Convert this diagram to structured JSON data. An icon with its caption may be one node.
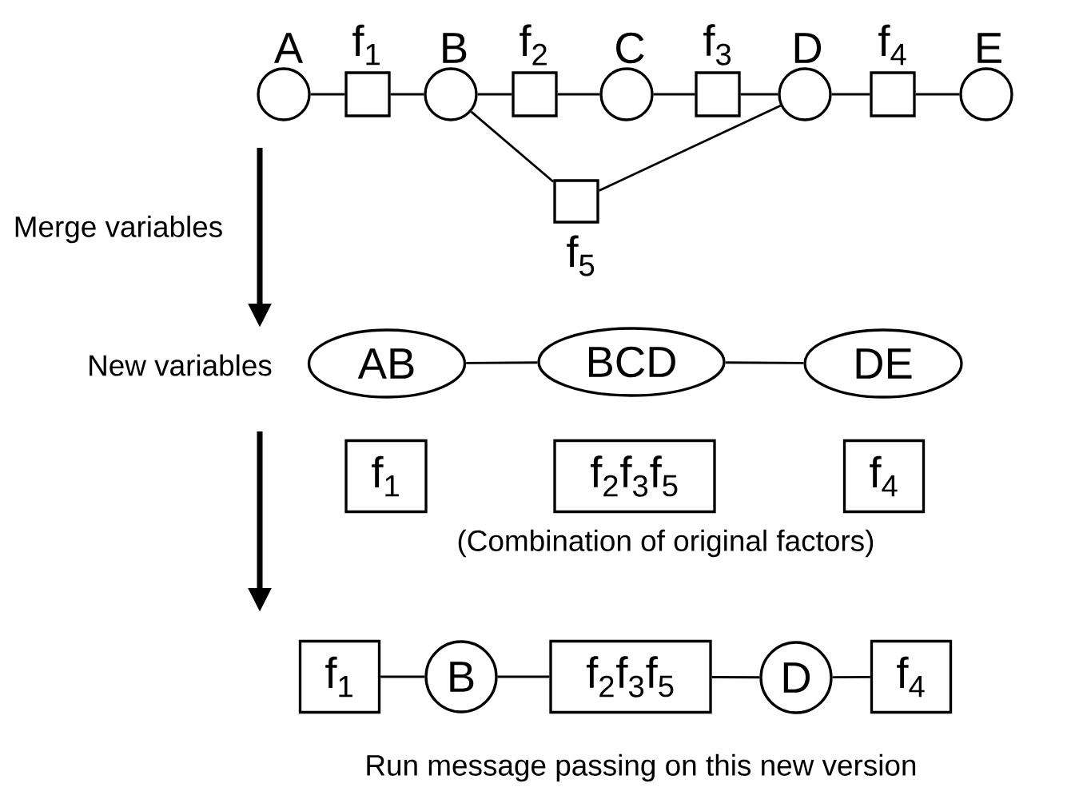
{
  "diagram": {
    "nodes": [
      {
        "text": [
          "A"
        ]
      },
      {
        "text": [
          "f$_{1}$"
        ]
      },
      {
        "text": [
          "B"
        ]
      },
      {
        "text": [
          "f$_{2}$"
        ]
      },
      {
        "text": [
          "C"
        ]
      },
      {
        "text": [
          "f$_{3}$"
        ]
      },
      {
        "text": [
          "D"
        ]
      },
      {
        "text": [
          "f$_{4}$"
        ]
      },
      {
        "text": [
          "E"
        ]
      },
      {
        "text": [
          "f$_{5}$"
        ]
      },
      {
        "text": [
          "AB"
        ]
      },
      {
        "text": [
          "BCD"
        ]
      },
      {
        "text": [
          "DE"
        ]
      },
      {
        "text": [
          "f$_{1}$"
        ]
      },
      {
        "text": [
          "f$_{2}$f$_{3}$f$_{5}$"
        ]
      },
      {
        "text": [
          "f$_{4}$"
        ]
      },
      {
        "text": [
          "f$_{1}$"
        ]
      },
      {
        "text": [
          "B"
        ]
      },
      {
        "text": [
          "f$_{2}$f$_{3}$f$_{5}$"
        ]
      },
      {
        "text": [
          "D"
        ]
      },
      {
        "text": [
          "f$_{4}$"
        ]
      }
    ],
    "edges": [
      {
        "from": 0,
        "to": 1,
        "arrow": "none"
      },
      {
        "from": 1,
        "to": 2,
        "arrow": "none"
      },
      {
        "from": 2,
        "to": 3,
        "arrow": "none"
      },
      {
        "from": 3,
        "to": 4,
        "arrow": "none"
      },
      {
        "from": 4,
        "to": 5,
        "arrow": "none"
      },
      {
        "from": 5,
        "to": 6,
        "arrow": "none"
      },
      {
        "from": 6,
        "to": 7,
        "arrow": "none"
      },
      {
        "from": 7,
        "to": 8,
        "arrow": "none"
      },
      {
        "from": 2,
        "to": 9,
        "arrow": "none"
      },
      {
        "from": 9,
        "to": 6,
        "arrow": "none"
      },
      {
        "from": 10,
        "to": 11,
        "arrow": "none"
      },
      {
        "from": 11,
        "to": 12,
        "arrow": "none"
      },
      {
        "from": 16,
        "to": 17,
        "arrow": "none"
      },
      {
        "from": 17,
        "to": 18,
        "arrow": "none"
      },
      {
        "from": 18,
        "to": 19,
        "arrow": "none"
      },
      {
        "from": 19,
        "to": 20,
        "arrow": "none"
      }
    ],
    "labels": [
      "Merge variables",
      "New variables",
      "(Combination of original factors)",
      "Run message passing on this new version"
    ]
  }
}
